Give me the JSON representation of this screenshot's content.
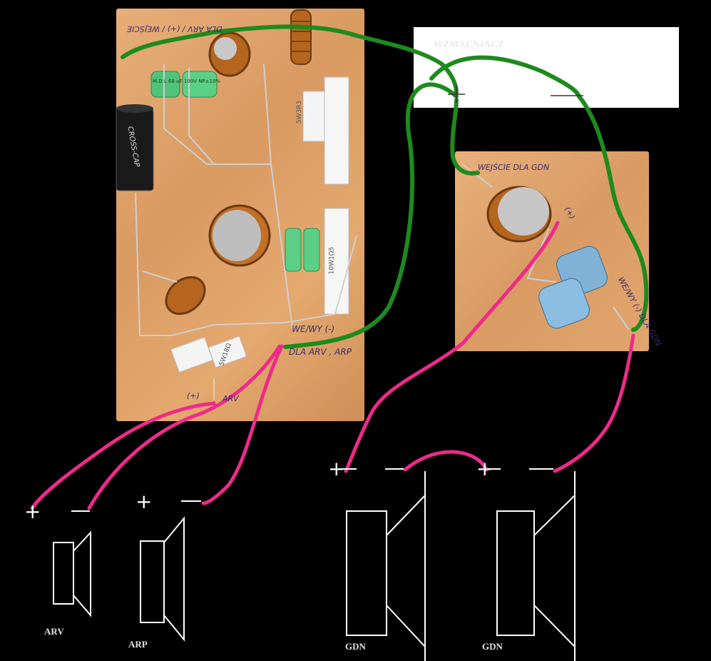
{
  "amplifier": {
    "label": "WZMACNIACZ"
  },
  "board_notes": {
    "input_tweeter": "DLA ARV / (+) / WEJŚCIE",
    "output_mid": "WE/WY (-)",
    "output_mid_for": "DLA ARV , ARP",
    "arv_plus": "(+)",
    "arv_tag": "ARV",
    "woofer_input": "WEJŚCIE DLA GDN",
    "woofer_plus": "(+)",
    "woofer_output": "WE/WY (-) DLA GDN",
    "cap_crosscap": "CROSS-CAP",
    "cap_mdl_68": "M.D.L 68 uF 100V NP±10%",
    "res_5w3r3": "5W3R3",
    "res_10w1": "10W1Ω5",
    "res_5w18": "5W18Ω"
  },
  "speakers": [
    {
      "name": "ARV",
      "plus": "+",
      "minus": "—"
    },
    {
      "name": "ARP",
      "plus": "+",
      "minus": "—"
    },
    {
      "name": "GDN",
      "plus": "+",
      "minus": "—"
    },
    {
      "name": "GDN",
      "plus": "+",
      "minus": "—"
    }
  ],
  "colors": {
    "wire_green": "#1e8a1e",
    "wire_pink": "#ee2a8a",
    "board": "#e0a46c"
  }
}
